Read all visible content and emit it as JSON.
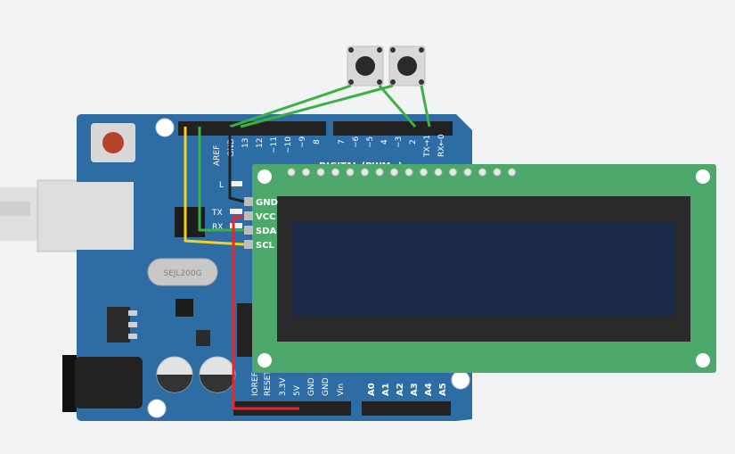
{
  "circuit": {
    "arduino": {
      "chip_label": "SEJL200G",
      "led_label": "L",
      "tx_label": "TX",
      "rx_label": "RX",
      "aref_label": "AREF",
      "gnd_top_label": "GND",
      "digital_label": "DIGITAL (PWM~)",
      "digital_pins": [
        "13",
        "12",
        "~11",
        "~10",
        "~9",
        "8",
        "7",
        "~6",
        "~5",
        "4",
        "~3",
        "2",
        "TX→1",
        "RX←0"
      ],
      "power_pins": [
        "IOREF",
        "RESET",
        "3.3V",
        "5V",
        "GND",
        "GND",
        "Vin"
      ],
      "analog_pins": [
        "A0",
        "A1",
        "A2",
        "A3",
        "A4",
        "A5"
      ]
    },
    "lcd": {
      "pins": [
        "GND",
        "VCC",
        "SDA",
        "SCL"
      ]
    },
    "colors": {
      "board": "#2e6da4",
      "lcd_pcb": "#4fa86b",
      "lcd_screen": "#1b2a4a",
      "wire_green": "#3cb043",
      "wire_yellow": "#f2d024",
      "wire_red": "#e8262b",
      "wire_black": "#222222"
    }
  }
}
